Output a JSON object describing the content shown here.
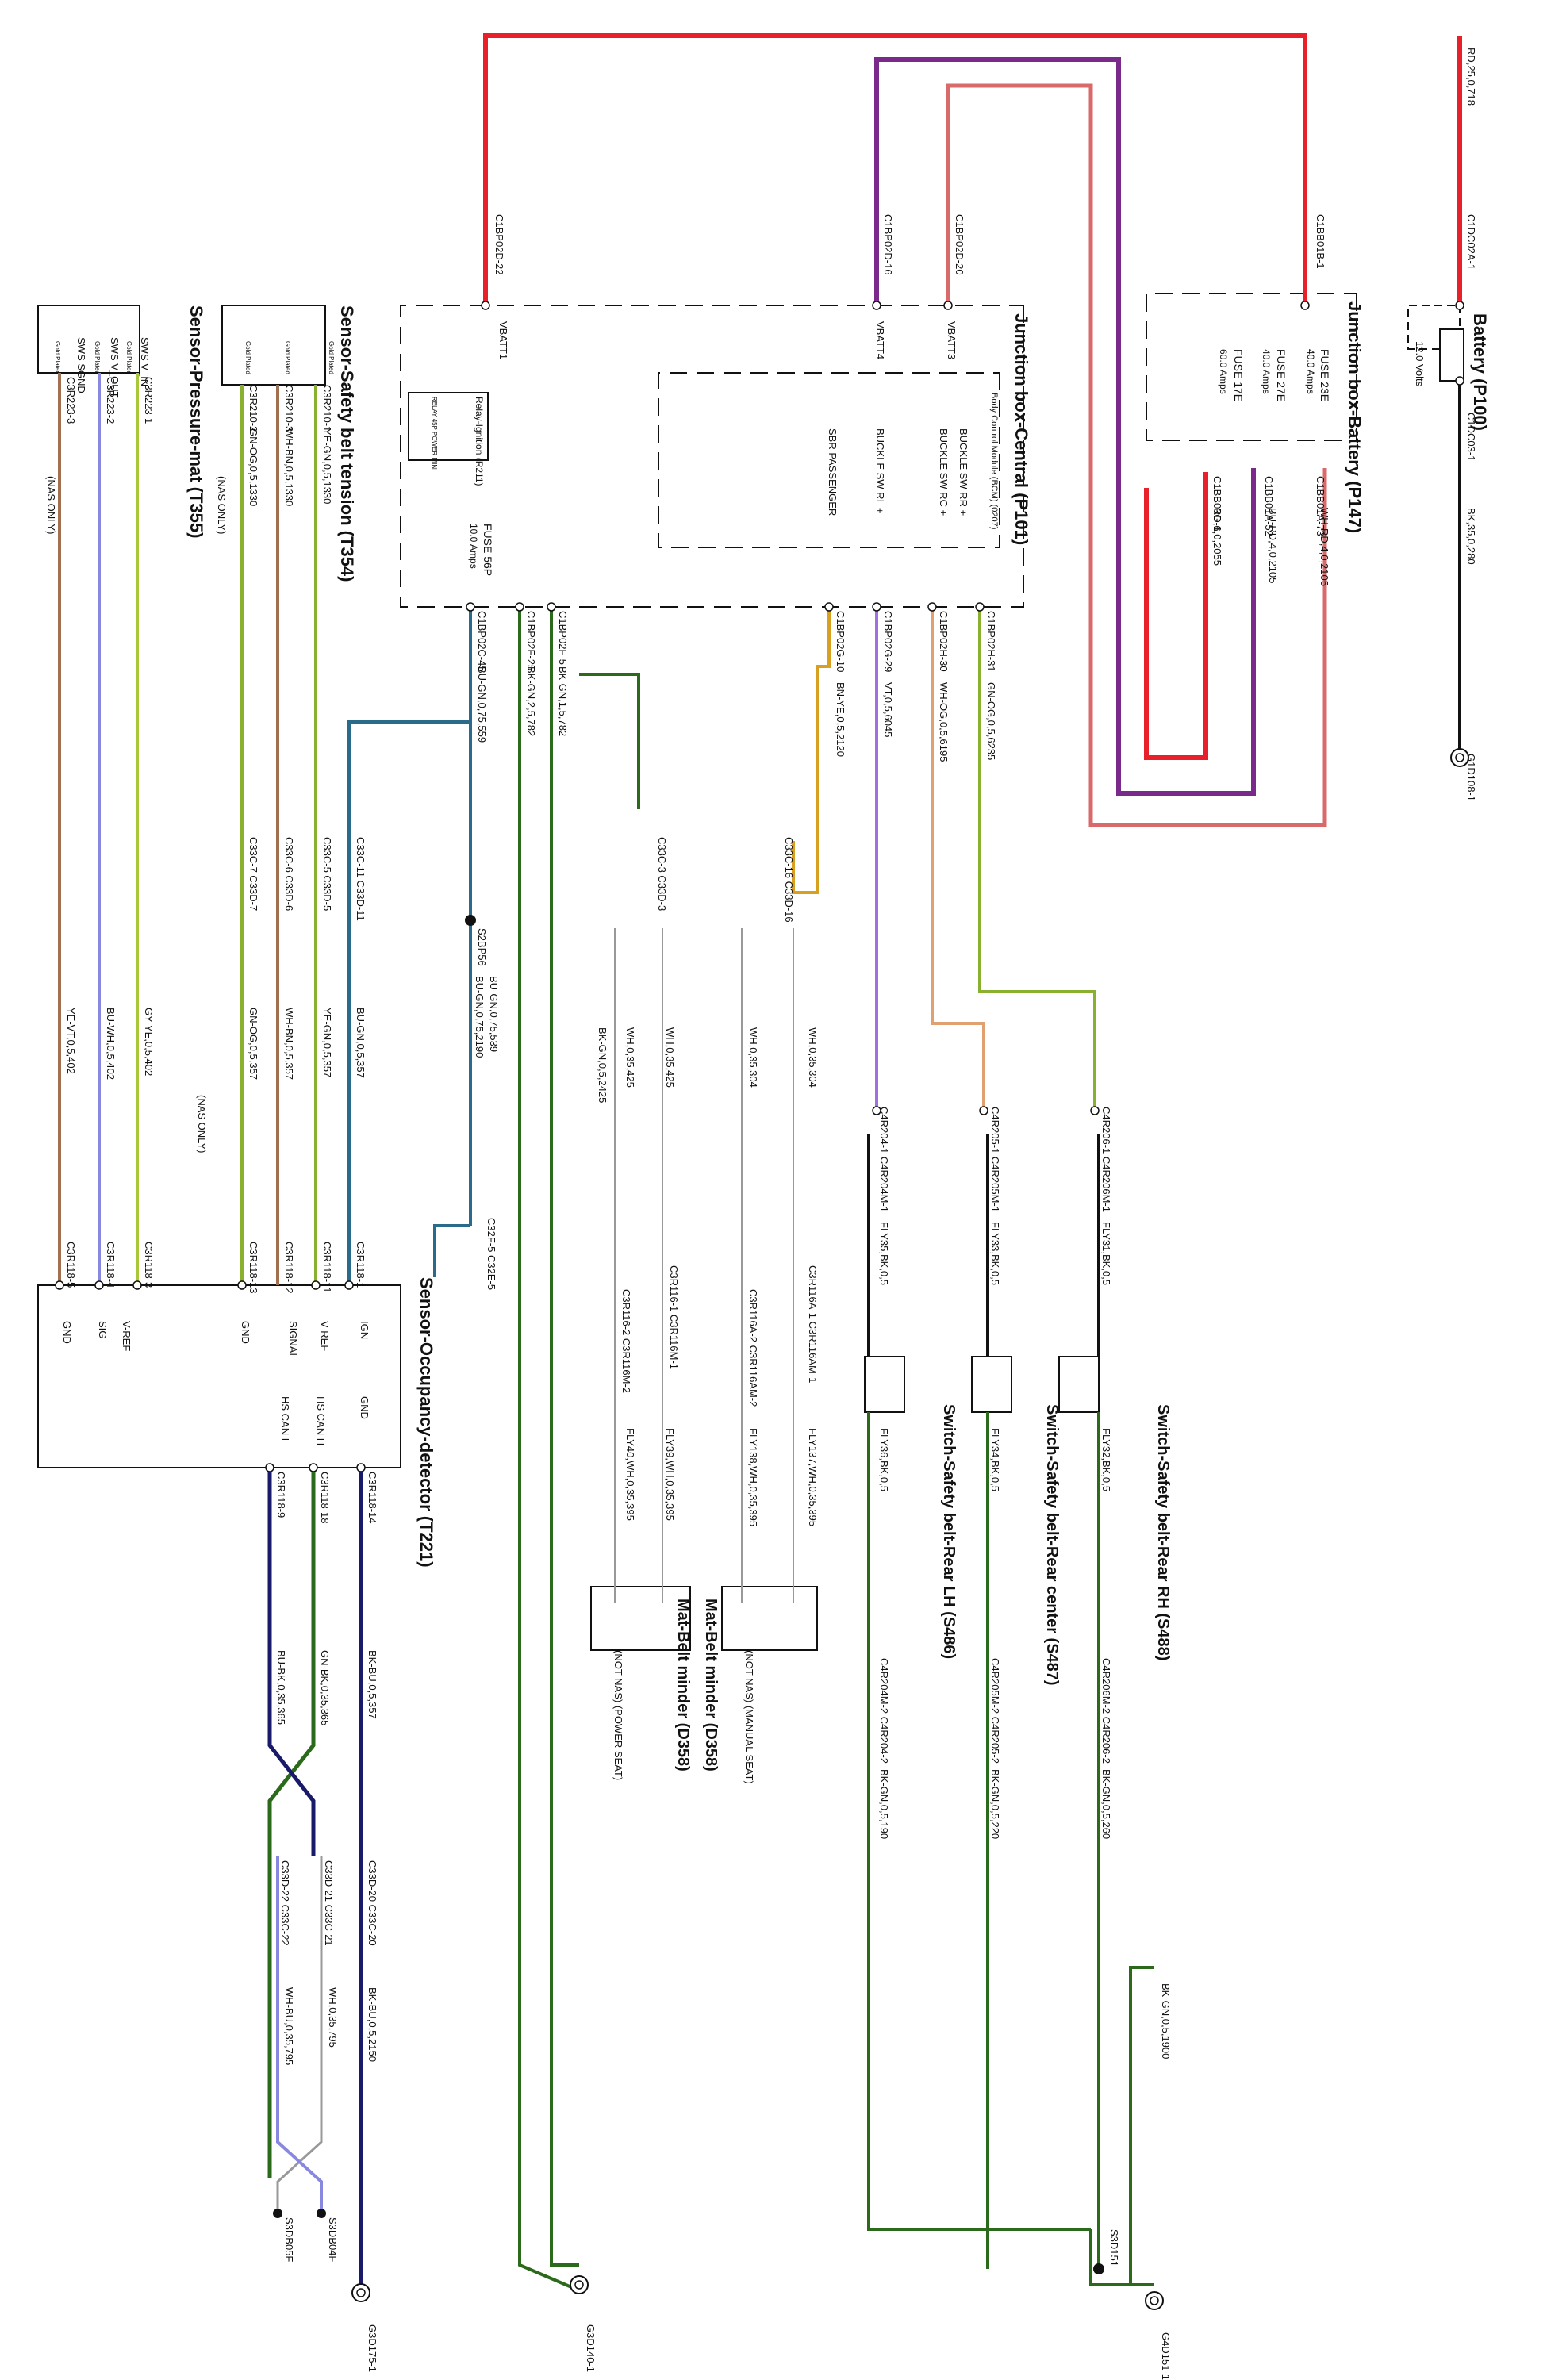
{
  "components": [
    {
      "key": "battery",
      "title": "Battery (P100)",
      "sub": "12.0 Volts"
    },
    {
      "key": "jb_battery",
      "title": "Junction box-Battery (P147)"
    },
    {
      "key": "jb_central",
      "title": "Junction box-Central (P101)"
    },
    {
      "key": "pressure_mat",
      "title": "Sensor-Pressure-mat (T355)"
    },
    {
      "key": "belt_tension",
      "title": "Sensor-Safety belt tension (T354)"
    },
    {
      "key": "occupancy",
      "title": "Sensor-Occupancy-detector (T221)"
    },
    {
      "key": "mat_belt_manual",
      "title": "Mat-Belt minder (D358)",
      "note": "(NOT NAS) (MANUAL SEAT)"
    },
    {
      "key": "mat_belt_power",
      "title": "Mat-Belt minder (D358)",
      "note": "(NOT NAS) (POWER SEAT)"
    },
    {
      "key": "switch_rh",
      "title": "Switch-Safety belt-Rear RH (S488)"
    },
    {
      "key": "switch_center",
      "title": "Switch-Safety belt-Rear center (S487)"
    },
    {
      "key": "switch_lh",
      "title": "Switch-Safety belt-Rear LH (S486)"
    }
  ],
  "fuses": [
    {
      "name": "FUSE 23E",
      "rating": "40.0 Amps"
    },
    {
      "name": "FUSE 27E",
      "rating": "40.0 Amps"
    },
    {
      "name": "FUSE 17E",
      "rating": "60.0 Amps"
    },
    {
      "name": "FUSE 56P",
      "rating": "10.0 Amps"
    }
  ],
  "relay": {
    "name": "Relay-Ignition (R211)",
    "detail": "RELAY 45P POWER MINI"
  },
  "central_pins": [
    "VBATT1",
    "VBATT4",
    "VBATT3",
    "Body Control Module (BCM) (0207)",
    "BUCKLE SW RR +",
    "BUCKLE SW RC +",
    "BUCKLE SW RL +",
    "SBR PASSENGER"
  ],
  "sensor_pins": {
    "pressure_mat": [
      "SWS V_IN",
      "SWS V_OUT",
      "SWS SGND"
    ],
    "belt_tension": [
      "",
      "",
      " "
    ],
    "occupancy_left": [
      "IGN",
      "V-REF",
      "SIGNAL",
      "GND"
    ],
    "occupancy_right": [
      "GND",
      "HS CAN H",
      "HS CAN L"
    ],
    "mat_left": [
      "V-REF",
      "SIG",
      "GND"
    ]
  },
  "gold": "Gold Plated",
  "notes": {
    "nas_only": "(NAS ONLY)"
  },
  "connectors": [
    "C1DC02A-1",
    "C1DC03-1",
    "G1D108-1",
    "C1BB01B-1",
    "C1BB01A-73",
    "C1BB01A-52",
    "C1BB03G-1",
    "C1BP02D-22",
    "C1BP02D-16",
    "C1BP02D-20",
    "C1BP02H-31",
    "C1BP02H-30",
    "C1BP02G-29",
    "C1BP02G-10",
    "C1BP02F-5",
    "C1BP02F-25",
    "C1BP02C-45",
    "C3R223-1",
    "C3R223-2",
    "C3R223-3",
    "C3R210-1",
    "C3R210-3",
    "C3R210-2",
    "C33C-11 C33D-11",
    "C33C-5 C33D-5",
    "C33C-6 C33D-6",
    "C33C-7 C33D-7",
    "C33C-3 C33D-3",
    "C33C-16 C33D-16",
    "S2BP56",
    "C32F-5 C32E-5",
    "C3R118-1",
    "C3R118-11",
    "C3R118-12",
    "C3R118-13",
    "C3R118-3",
    "C3R118-4",
    "C3R118-5",
    "C3R118-14",
    "C3R118-18",
    "C3R118-9",
    "C3R116A-1 C3R116AM-1",
    "C3R116A-2 C3R116AM-2",
    "C3R116-1 C3R116M-1",
    "C3R116-2 C3R116M-2",
    "C4R206-1 C4R206M-1",
    "C4R205-1 C4R205M-1",
    "C4R204-1 C4R204M-1",
    "C4R206M-2 C4R206-2",
    "C4R205M-2 C4R205-2",
    "C4R204M-2 C4R204-2",
    "C33D-20 C33C-20",
    "C33D-21 C33C-21",
    "C33D-22 C33C-22",
    "S3DB04F",
    "S3DB05F",
    "G3D175-1",
    "G3D140-1",
    "S3D151",
    "G4D151-1"
  ],
  "wires": [
    "RD,25,0,718",
    "BK,35,0,280",
    "WH-RD,4,0,2105",
    "BU-RD,4,0,2105",
    "RD,6,0,2055",
    "GN-OG,0,5,6235",
    "WH-OG,0,5,6195",
    "VT,0,5,6045",
    "BN-YE,0,5,2120",
    "BK-GN,1,5,782",
    "BK-GN,2,5,782",
    "BU-GN,0,75,559",
    "BU-GN,0,75,539",
    "BU-GN,0,75,2190",
    "YE-GN,0,5,1330",
    "WH-BN,0,5,1330",
    "GN-OG,0,5,1330",
    "YE-GN,0,5,357",
    "WH-BN,0,5,357",
    "GN-OG,0,5,357",
    "BU-GN,0,5,357",
    "GY-YE,0,5,402",
    "BU-WH,0,5,402",
    "YE-VT,0,5,402",
    "WH,0,35,304",
    "WH,0,35,304",
    "BK-GN,0,5,2425",
    "WH,0,35,425",
    "WH,0,35,425",
    "FLY31,BK,0,5",
    "FLY33,BK,0,5",
    "FLY35,BK,0,5",
    "FLY32,BK,0,5",
    "FLY34,BK,0,5",
    "FLY36,BK,0,5",
    "FLY137,WH,0,35,395",
    "FLY138,WH,0,35,395",
    "FLY39,WH,0,35,395",
    "FLY40,WH,0,35,395",
    "BK-GN,0,5,260",
    "BK-GN,0,5,220",
    "BK-GN,0,5,190",
    "BK-GN,0,5,1900",
    "BK-BU,0,5,357",
    "GN-BK,0,35,365",
    "BU-BK,0,35,365",
    "BK-BU,0,5,2150",
    "WH,0,35,795",
    "WH-BU,0,35,795"
  ],
  "colors": {
    "red": "#e8202a",
    "purple": "#7a2a8a",
    "pink": "#d86a6a",
    "olive": "#8ab030",
    "peach": "#e0a070",
    "violet": "#a070e0",
    "gold": "#d8a020",
    "teal": "#2a6a8a",
    "green": "#2a6a1a",
    "navy": "#1a1a6a",
    "yelgreen": "#a8c838",
    "lav": "#8888e0",
    "brown": "#a07050",
    "gray": "#999999"
  }
}
